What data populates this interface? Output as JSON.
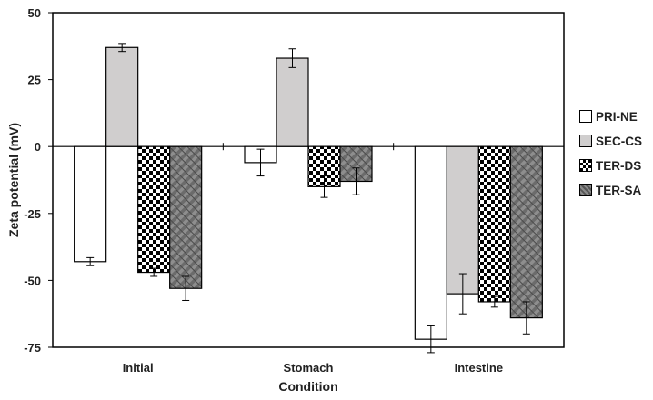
{
  "chart_data": {
    "type": "bar",
    "title": "",
    "xlabel": "Condition",
    "ylabel": "Zeta potential (mV)",
    "ylim": [
      -75,
      50
    ],
    "yticks": [
      50,
      25,
      0,
      -25,
      -50,
      -75
    ],
    "categories": [
      "Initial",
      "Stomach",
      "Intestine"
    ],
    "series": [
      {
        "name": "PRI-NE",
        "values": [
          -43,
          -6,
          -72
        ],
        "errors": [
          1.5,
          5,
          5
        ],
        "pattern": "plain",
        "fill": "#ffffff"
      },
      {
        "name": "SEC-CS",
        "values": [
          37,
          33,
          -55
        ],
        "errors": [
          1.5,
          3.5,
          7.5
        ],
        "pattern": "plain",
        "fill": "#d0cece"
      },
      {
        "name": "TER-DS",
        "values": [
          -47,
          -15,
          -58
        ],
        "errors": [
          1.5,
          4,
          2
        ],
        "pattern": "checker",
        "fill": "#000000"
      },
      {
        "name": "TER-SA",
        "values": [
          -53,
          -13,
          -64
        ],
        "errors": [
          4.5,
          5,
          6
        ],
        "pattern": "weave",
        "fill": "#6b6b6b"
      }
    ],
    "legend_position": "right",
    "grid": false
  }
}
